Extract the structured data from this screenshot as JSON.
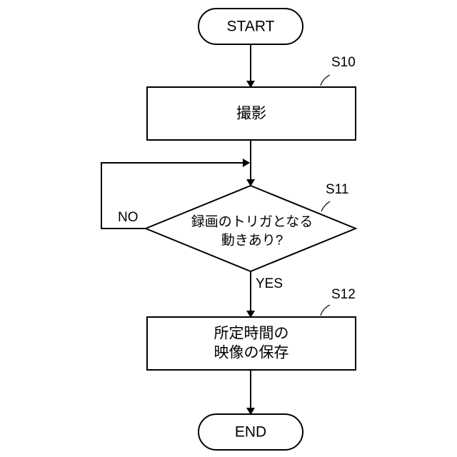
{
  "flowchart": {
    "start": "START",
    "end": "END",
    "step_s10": {
      "id": "S10",
      "text": "撮影"
    },
    "step_s11": {
      "id": "S11",
      "line1": "録画のトリガとなる",
      "line2": "動きあり?",
      "no": "NO",
      "yes": "YES"
    },
    "step_s12": {
      "id": "S12",
      "line1": "所定時間の",
      "line2": "映像の保存"
    }
  }
}
